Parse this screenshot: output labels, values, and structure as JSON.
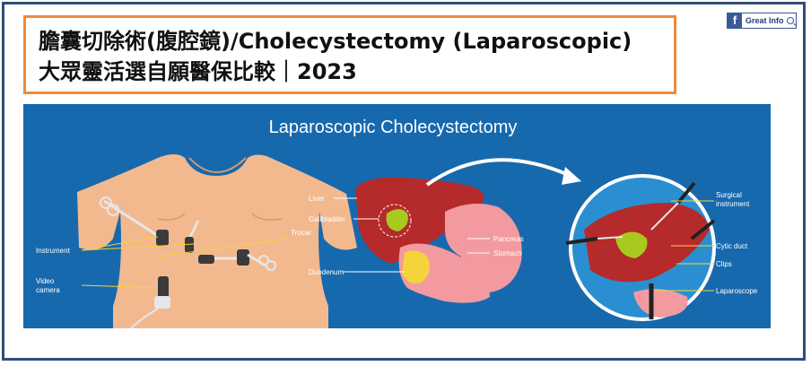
{
  "header": {
    "title_line1": "膽囊切除術(腹腔鏡)/Cholecystectomy (Laparoscopic)",
    "title_line2": "大眾靈活選自願醫保比較｜2023"
  },
  "badge": {
    "fb_letter": "f",
    "text": "Great Info",
    "icon": "magnifier-icon"
  },
  "diagram": {
    "title": "Laparoscopic Cholecystectomy",
    "background_color": "#1769ad",
    "labels": {
      "instrument": "Instrument",
      "video": "Video",
      "camera": "camera",
      "trocar": "Trocar",
      "liver": "Liver",
      "gallbladder": "Gallbladder",
      "duodenum": "Duodenum",
      "pancreas": "Pancreas",
      "stomach": "Stomach",
      "surgical": "Surgical",
      "instrument2": "instrument",
      "cytic_duct": "Cytic duct",
      "clips": "Clips",
      "laparoscope": "Laparoscope"
    }
  },
  "colors": {
    "frame": "#2f4d7a",
    "title_border": "#ef8a3a",
    "skin": "#f2b98f",
    "liver": "#b52a2a",
    "gallbladder": "#a8c91e",
    "stomach": "#f29aa0",
    "pancreas": "#f5d33a"
  }
}
